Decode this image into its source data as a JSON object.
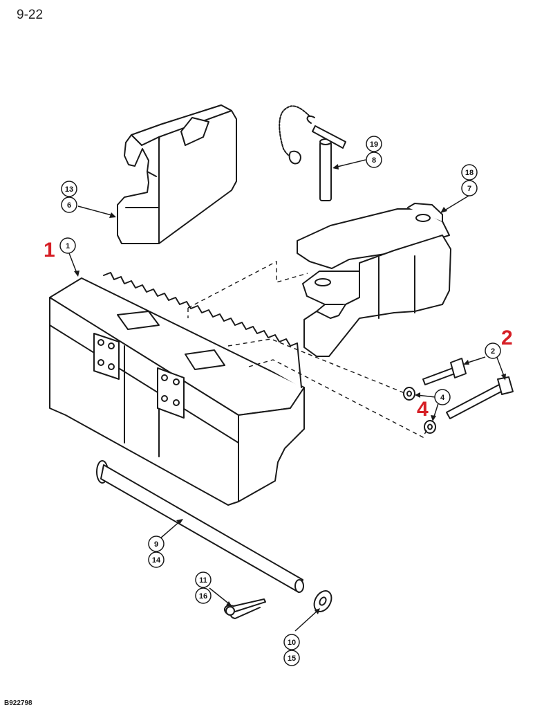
{
  "page_number": "9-22",
  "figure_code": "B922798",
  "colors": {
    "ink": "#1a1a1a",
    "callout_red": "#d61f26"
  },
  "callouts": [
    {
      "id": "13",
      "ref": "weight-plate"
    },
    {
      "id": "6",
      "ref": "weight-plate"
    },
    {
      "id": "1",
      "ref": "weight-block"
    },
    {
      "id": "19",
      "ref": "hitch-pin"
    },
    {
      "id": "8",
      "ref": "hitch-pin"
    },
    {
      "id": "18",
      "ref": "bracket"
    },
    {
      "id": "7",
      "ref": "bracket"
    },
    {
      "id": "2",
      "ref": "bolts"
    },
    {
      "id": "4",
      "ref": "washers"
    },
    {
      "id": "9",
      "ref": "rod"
    },
    {
      "id": "14",
      "ref": "rod"
    },
    {
      "id": "11",
      "ref": "cotter-pin"
    },
    {
      "id": "16",
      "ref": "cotter-pin"
    },
    {
      "id": "10",
      "ref": "flat-washer"
    },
    {
      "id": "15",
      "ref": "flat-washer"
    }
  ],
  "red_markers": [
    "1",
    "2",
    "4"
  ]
}
